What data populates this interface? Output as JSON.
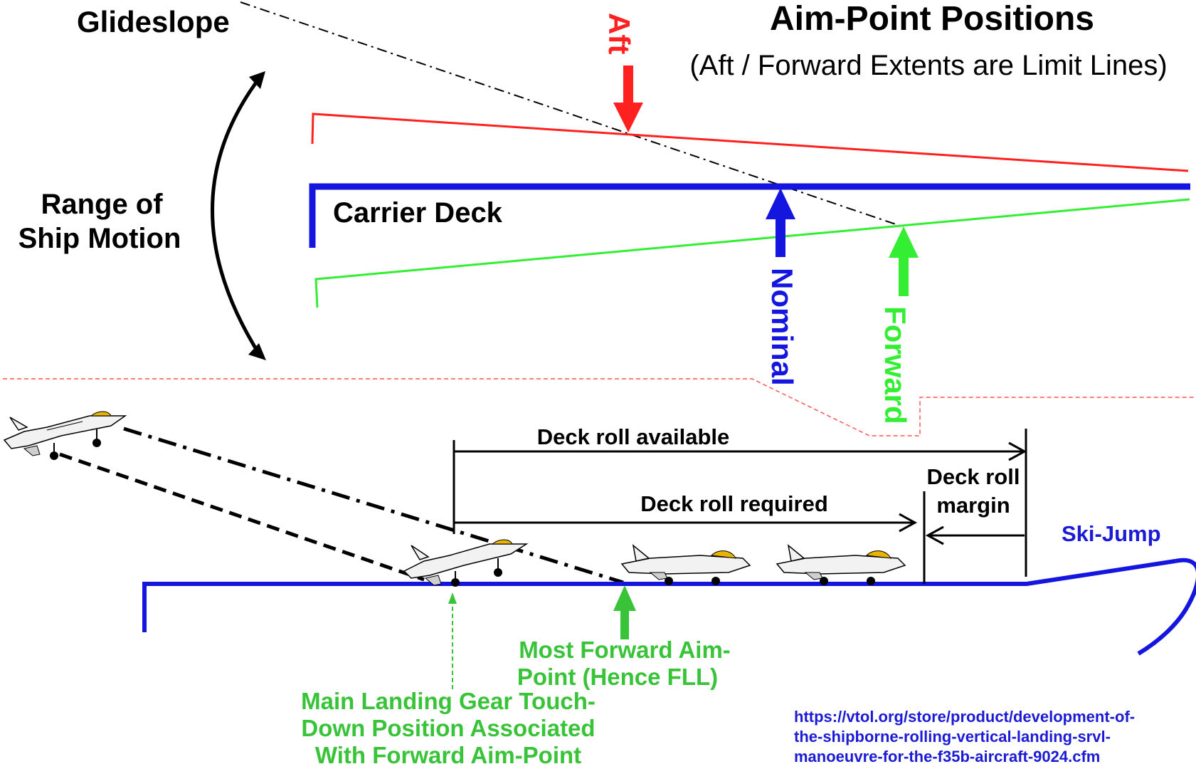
{
  "header": {
    "title": "Aim-Point Positions",
    "subtitle": "(Aft / Forward Extents are Limit Lines)"
  },
  "top_diagram": {
    "glideslope": "Glideslope",
    "range_line1": "Range of",
    "range_line2": "Ship Motion",
    "carrier_deck": "Carrier Deck",
    "aft": "Aft",
    "nominal": "Nominal",
    "forward": "Forward"
  },
  "bottom_diagram": {
    "deck_roll_available": "Deck roll available",
    "deck_roll_required": "Deck roll required",
    "deck_roll_margin_1": "Deck roll",
    "deck_roll_margin_2": "margin",
    "ski_jump": "Ski-Jump",
    "most_forward_1": "Most Forward Aim-",
    "most_forward_2": "Point (Hence FLL)",
    "main_gear_1": "Main Landing Gear Touch-",
    "main_gear_2": "Down Position Associated",
    "main_gear_3": "With Forward Aim-Point"
  },
  "source": {
    "line1": "https://vtol.org/store/product/development-of-",
    "line2": "the-shipborne-rolling-vertical-landing-srvl-",
    "line3": "manoeuvre-for-the-f35b-aircraft-9024.cfm"
  },
  "colors": {
    "aft": "#ff2020",
    "nominal": "#1515e0",
    "forward": "#33ee33",
    "label_green": "#39c339",
    "ski_jump": "#1b1bd6"
  }
}
